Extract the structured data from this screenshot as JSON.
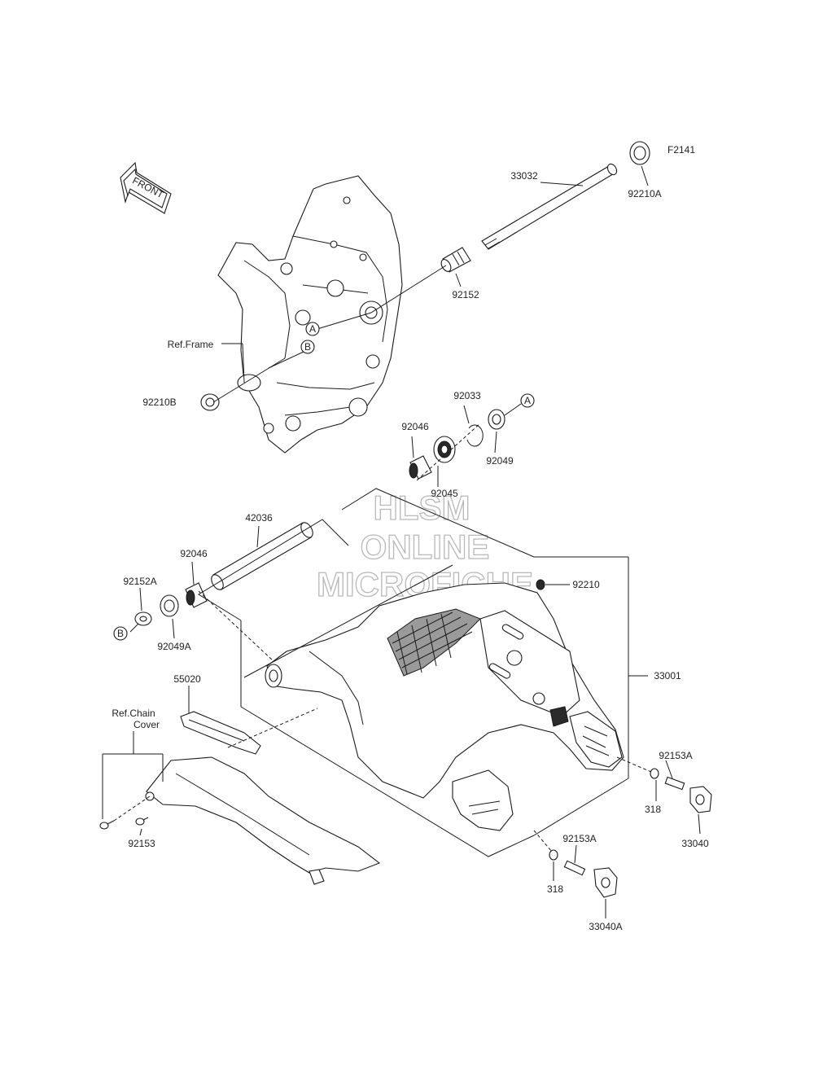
{
  "diagram_code": "F2141",
  "watermark": [
    "HLSM",
    "ONLINE",
    "MICROFICHE"
  ],
  "front_label": "FRONT",
  "callouts": {
    "a_top": "A",
    "a_right": "A",
    "b_frame": "B",
    "b_bottom": "B"
  },
  "ref_labels": {
    "frame": "Ref.Frame",
    "chain_cover_line1": "Ref.Chain",
    "chain_cover_line2": "Cover"
  },
  "parts": {
    "p33032": "33032",
    "p92210A": "92210A",
    "p92152": "92152",
    "p92210B": "92210B",
    "p92033": "92033",
    "p92049": "92049",
    "p92046_top": "92046",
    "p92045": "92045",
    "p42036": "42036",
    "p92046_left": "92046",
    "p92152A": "92152A",
    "p92049A": "92049A",
    "p92210": "92210",
    "p33001": "33001",
    "p55020": "55020",
    "p92153A_right": "92153A",
    "p318_right": "318",
    "p33040": "33040",
    "p92153": "92153",
    "p92153A_bottom": "92153A",
    "p318_bottom": "318",
    "p33040A": "33040A"
  }
}
